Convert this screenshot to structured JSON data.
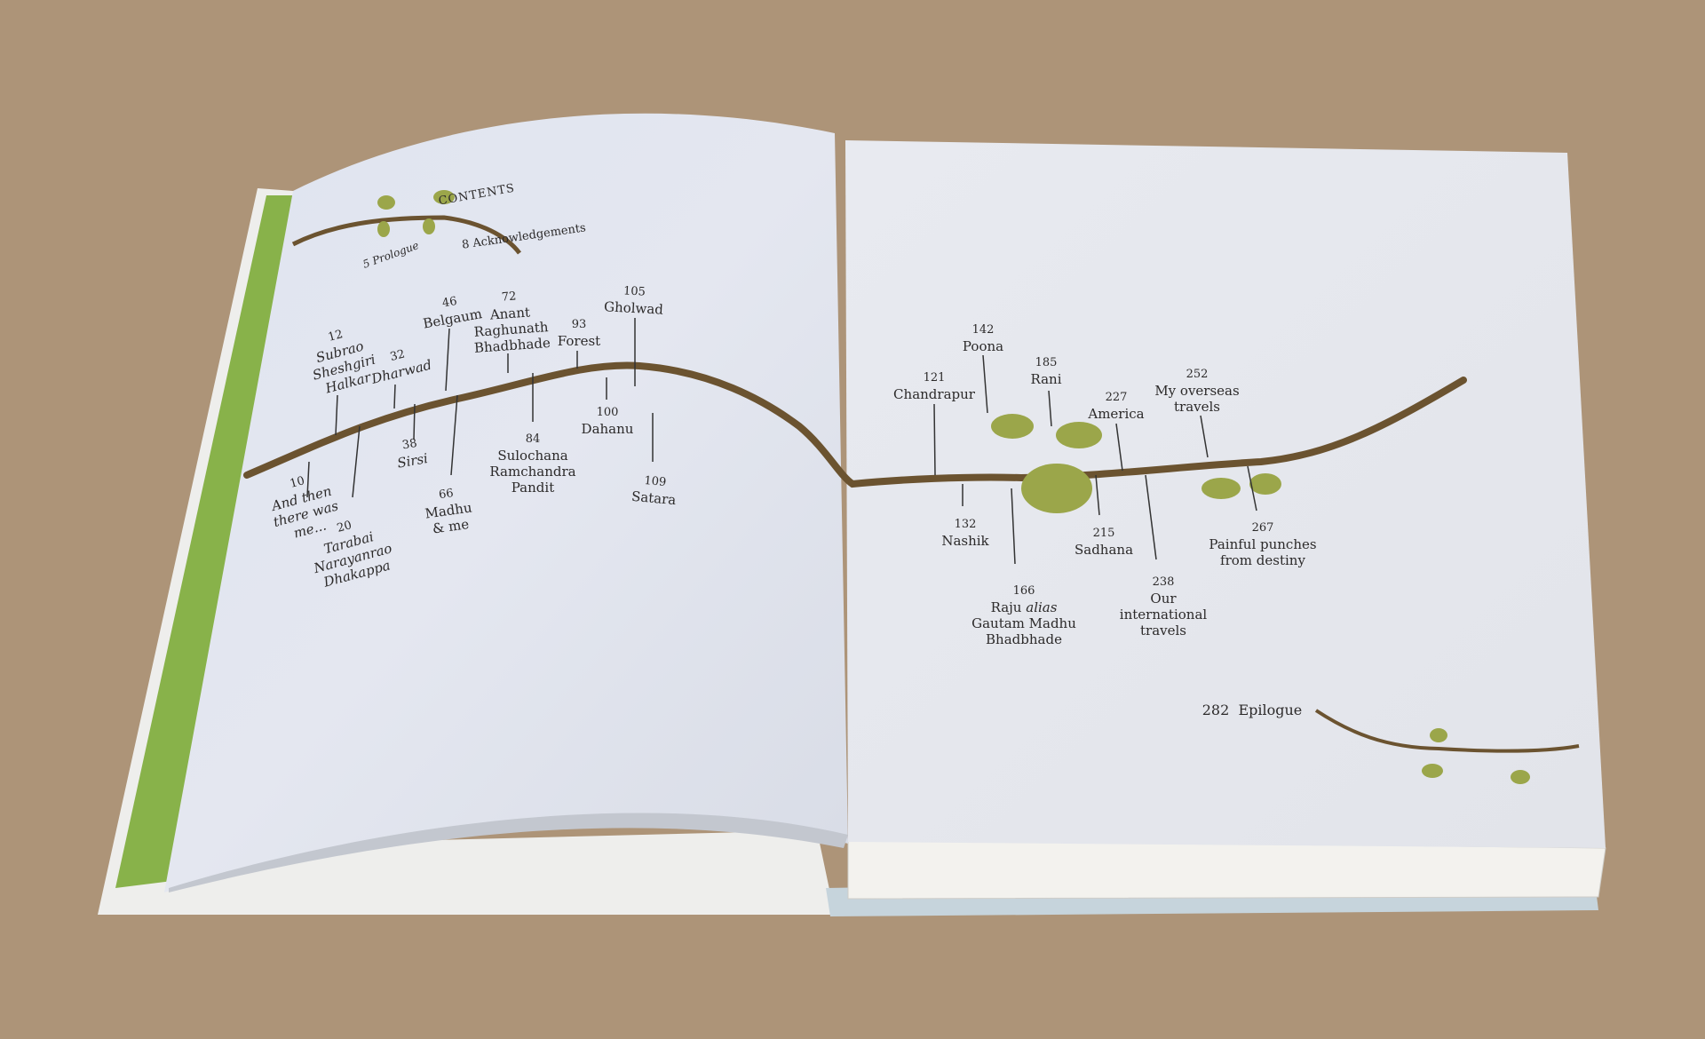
{
  "left_page": {
    "heading": "CONTENTS",
    "front_matter": [
      {
        "page": "5",
        "title": "Prologue"
      },
      {
        "page": "8",
        "title": "Acknowledgements"
      }
    ],
    "chapters": [
      {
        "page": "10",
        "title": "And then\nthere was\nme..."
      },
      {
        "page": "12",
        "title": "Subrao\nSheshgiri\nHalkar"
      },
      {
        "page": "20",
        "title": "Tarabai\nNarayanrao\nDhakappa"
      },
      {
        "page": "32",
        "title": "Dharwad"
      },
      {
        "page": "38",
        "title": "Sirsi"
      },
      {
        "page": "46",
        "title": "Belgaum"
      },
      {
        "page": "66",
        "title": "Madhu\n& me"
      },
      {
        "page": "72",
        "title": "Anant\nRaghunath\nBhadbhade"
      },
      {
        "page": "84",
        "title": "Sulochana\nRamchandra\nPandit"
      },
      {
        "page": "93",
        "title": "Forest"
      },
      {
        "page": "100",
        "title": "Dahanu"
      },
      {
        "page": "105",
        "title": "Gholwad"
      },
      {
        "page": "109",
        "title": "Satara"
      }
    ]
  },
  "right_page": {
    "chapters": [
      {
        "page": "121",
        "title": "Chandrapur"
      },
      {
        "page": "132",
        "title": "Nashik"
      },
      {
        "page": "142",
        "title": "Poona"
      },
      {
        "page": "166",
        "title_a": "Raju",
        "title_alias": "alias",
        "title_b": "Gautam Madhu\nBhadbhade"
      },
      {
        "page": "185",
        "title": "Rani"
      },
      {
        "page": "215",
        "title": "Sadhana"
      },
      {
        "page": "227",
        "title": "America"
      },
      {
        "page": "238",
        "title": "Our\ninternational\ntravels"
      },
      {
        "page": "252",
        "title": "My overseas\ntravels"
      },
      {
        "page": "267",
        "title": "Painful punches\nfrom destiny"
      }
    ],
    "epilogue": {
      "page": "282",
      "title": "Epilogue"
    }
  },
  "colors": {
    "background": "#ad9478",
    "page": "#e6e9f2",
    "branch": "#6b5330",
    "leaf": "#9ba64a"
  }
}
